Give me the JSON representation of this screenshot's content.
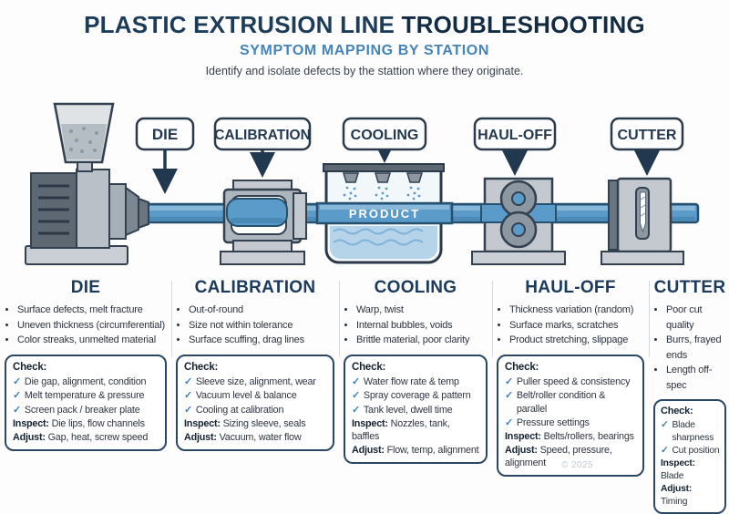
{
  "header": {
    "title_main": "PLASTIC EXTRUSION LINE",
    "title_accent": "TROUBLESHOOTING",
    "subtitle": "SYMPTOM MAPPING BY STATION",
    "description": "Identify and isolate defects by the stattion where they originate."
  },
  "diagram": {
    "station_labels": [
      "DIE",
      "CALIBRATION",
      "COOLING",
      "HAUL-OFF",
      "CUTTER"
    ],
    "product_label": "PRODUCT"
  },
  "labels": {
    "check": "Check:",
    "inspect": "Inspect:",
    "adjust": "Adjust:",
    "tick": "✓"
  },
  "columns": [
    {
      "title": "DIE",
      "symptoms": [
        "Surface defects, melt fracture",
        "Uneven thickness (circumferential)",
        "Color streaks, unmelted material"
      ],
      "checks": [
        "Die gap, alignment, condition",
        "Melt temperature & pressure",
        "Screen pack / breaker plate"
      ],
      "inspect": "Die lips, flow channels",
      "adjust": "Gap, heat, screw speed"
    },
    {
      "title": "CALIBRATION",
      "symptoms": [
        "Out-of-round",
        "Size not within tolerance",
        "Surface scuffing, drag lines"
      ],
      "checks": [
        "Sleeve size, alignment, wear",
        "Vacuum level & balance",
        "Cooling at calibration"
      ],
      "inspect": "Sizing sleeve, seals",
      "adjust": "Vacuum, water flow"
    },
    {
      "title": "COOLING",
      "symptoms": [
        "Warp, twist",
        "Internal bubbles, voids",
        "Brittle material, poor clarity"
      ],
      "checks": [
        "Water flow rate & temp",
        "Spray coverage & pattern",
        "Tank level, dwell time"
      ],
      "inspect": "Nozzles, tank, baffles",
      "adjust": "Flow, temp, alignment"
    },
    {
      "title": "HAUL-OFF",
      "symptoms": [
        "Thickness variation (random)",
        "Surface marks, scratches",
        "Product stretching, slippage"
      ],
      "checks": [
        "Puller speed & consistency",
        "Belt/roller condition & parallel",
        "Pressure settings"
      ],
      "inspect": "Belts/rollers, bearings",
      "adjust": "Speed, pressure, alignment"
    },
    {
      "title": "CUTTER",
      "symptoms": [
        "Poor cut quality",
        "Burrs, frayed ends",
        "Length off-spec"
      ],
      "checks": [
        "Blade sharpness",
        "Cut position"
      ],
      "inspect": "Blade",
      "adjust": "Timing"
    }
  ],
  "footer": {
    "watermark": "© 2025"
  },
  "colors": {
    "title_navy": "#1d3c59",
    "accent_navy": "#132c44",
    "subtitle_blue": "#4584b8",
    "check_blue": "#3f7fb5",
    "product_blue": "#5b9bc9",
    "box_border": "#2a4866"
  }
}
